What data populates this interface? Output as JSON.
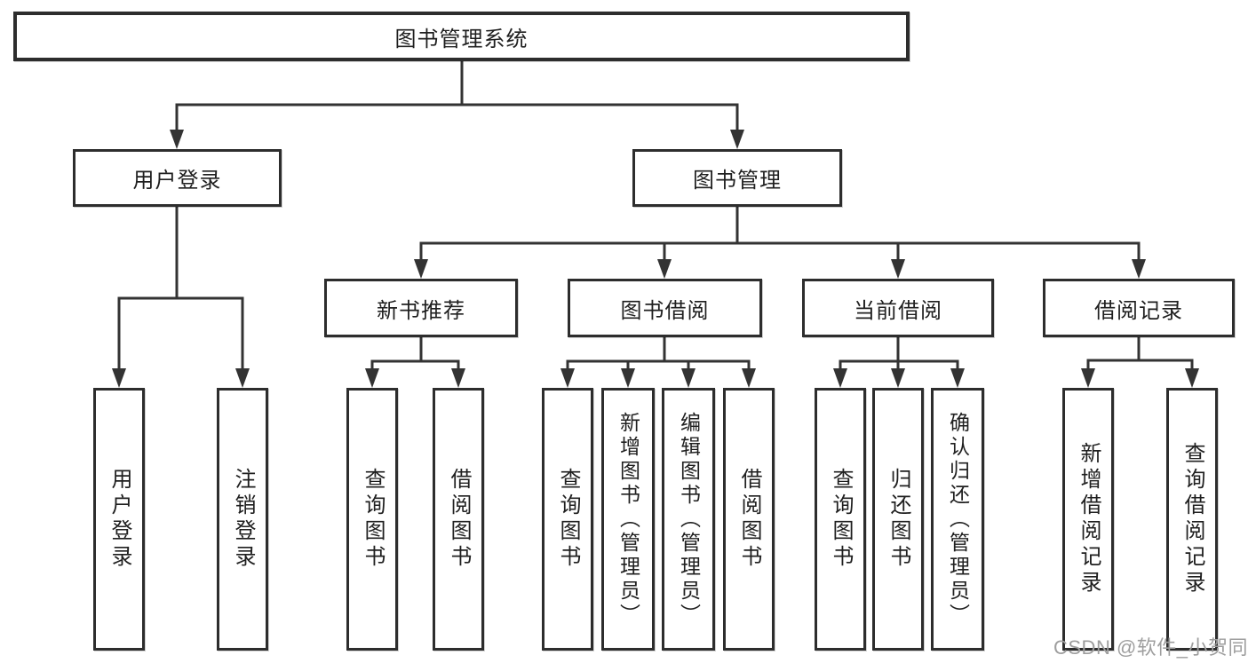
{
  "tree": {
    "root": {
      "label": "图书管理系统"
    },
    "level2": [
      {
        "label": "用户登录",
        "leaves": [
          "用户登录",
          "注销登录"
        ]
      },
      {
        "label": "图书管理",
        "groups": [
          {
            "label": "新书推荐",
            "leaves": [
              "查询图书",
              "借阅图书"
            ]
          },
          {
            "label": "图书借阅",
            "leaves": [
              "查询图书",
              "新增图书（管理员）",
              "编辑图书（管理员）",
              "借阅图书"
            ]
          },
          {
            "label": "当前借阅",
            "leaves": [
              "查询图书",
              "归还图书",
              "确认归还（管理员）"
            ]
          },
          {
            "label": "借阅记录",
            "leaves": [
              "新增借阅记录",
              "查询借阅记录"
            ]
          }
        ]
      }
    ]
  },
  "watermark": {
    "text": "CSDN @软件_小贺同学"
  },
  "colors": {
    "line": "#333333",
    "border": "#2d2d2d",
    "text": "#1f1f1f",
    "watermark": "#9e9e9e",
    "bg": "#ffffff"
  }
}
